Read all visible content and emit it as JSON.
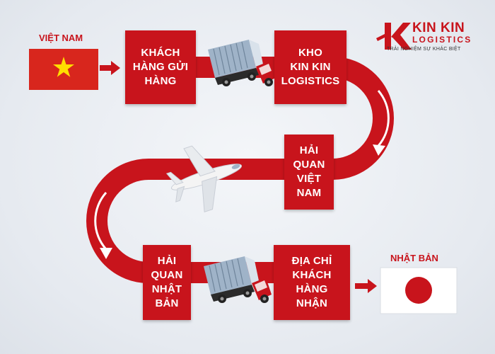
{
  "origin": {
    "label": "VIỆT NAM",
    "flag": "vietnam-flag"
  },
  "destination": {
    "label": "NHẬT BẢN",
    "flag": "japan-flag"
  },
  "steps": [
    {
      "text": "KHÁCH\nHÀNG GỬI\nHÀNG"
    },
    {
      "text": "KHO\nKIN KIN\nLOGISTICS"
    },
    {
      "text": "HẢI\nQUAN\nVIỆT\nNAM"
    },
    {
      "text": "HẢI\nQUAN\nNHẬT\nBẢN"
    },
    {
      "text": "ĐỊA CHỈ\nKHÁCH\nHÀNG\nNHẬN"
    }
  ],
  "brand": {
    "name_line1": "KIN KIN",
    "name_line2": "LOGISTICS",
    "tagline": "TRẢI NGHIỆM SỰ KHÁC BIỆT"
  },
  "colors": {
    "accent": "#c8141c",
    "background": "#eceff3",
    "vietnam_flag": "#d8261d",
    "vietnam_star": "#ffde00",
    "japan_circle": "#c8141c"
  },
  "icons": [
    "truck-icon",
    "airplane-icon",
    "arrow-icon"
  ]
}
